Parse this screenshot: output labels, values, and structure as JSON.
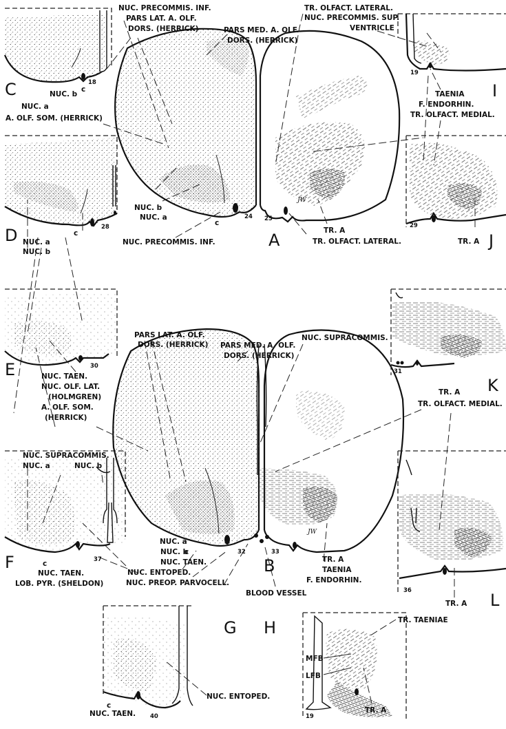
{
  "figure": {
    "panel_letters": {
      "A": "A",
      "B": "B",
      "C": "C",
      "D": "D",
      "E": "E",
      "F": "F",
      "G": "G",
      "H": "H",
      "I": "I",
      "J": "J",
      "K": "K",
      "L": "L"
    },
    "section_numbers": {
      "n18": "18",
      "n19": "19",
      "n24": "24",
      "n25": "25",
      "n28": "28",
      "n29": "29",
      "n30": "30",
      "n31": "31",
      "n32": "32",
      "n33": "33",
      "n36": "36",
      "n37": "37",
      "n40": "40",
      "n19h": "19"
    },
    "signature": "JW",
    "labels": {
      "nuc_precommis_inf_top": "NUC. PRECOMMIS. INF.",
      "pars_lat_top_1": "PARS LAT. A. OLF.",
      "pars_lat_top_2": "DORS. (HERRICK)",
      "pars_med_top_1": "PARS MED. A. OLF.",
      "pars_med_top_2": "DORS. (HERRICK)",
      "tr_olf_lat_top": "TR. OLFACT. LATERAL.",
      "nuc_precommis_sup": "NUC. PRECOMMIS. SUP.",
      "ventricle": "VENTRICLE",
      "taenia_i": "TAENIA",
      "f_endorhin_i": "F. ENDORHIN.",
      "tr_olf_medial_i": "TR. OLFACT. MEDIAL.",
      "nuc_b_c": "NUC. b",
      "nuc_a_c": "NUC. a",
      "c_c": "c",
      "a_olf_som_top": "A. OLF. SOM. (HERRICK)",
      "nuc_b_a": "NUC. b",
      "nuc_a_a": "NUC. a",
      "c_a": "c",
      "c_d": "c",
      "nuc_precommis_inf_bottom": "NUC. PRECOMMIS. INF.",
      "tr_olf_lat_bottom": "TR. OLFACT. LATERAL.",
      "tr_a_a": "TR. A",
      "tr_a_j": "TR. A",
      "nuc_a_d": "NUC. a",
      "nuc_b_d": "NUC. b",
      "pars_lat_b_1": "PARS LAT. A. OLF.",
      "pars_lat_b_2": "DORS. (HERRICK)",
      "pars_med_b_1": "PARS MED. A. OLF.",
      "pars_med_b_2": "DORS. (HERRICK)",
      "nuc_supracommis_b": "NUC. SUPRACOMMIS.",
      "nuc_taen_e": "NUC. TAEN.",
      "nuc_olf_lat_1": "NUC. OLF. LAT.",
      "nuc_olf_lat_2": "(HOLMGREN)",
      "a_olf_som_b_1": "A. OLF. SOM.",
      "a_olf_som_b_2": "(HERRICK)",
      "tr_a_k": "TR. A",
      "tr_olf_medial_k": "TR. OLFACT. MEDIAL.",
      "nuc_supracommis_f": "NUC. SUPRACOMMIS.",
      "nuc_a_f": "NUC. a",
      "nuc_b_f": "NUC. b",
      "c_f": "c",
      "nuc_taen_f": "NUC. TAEN.",
      "lob_pyr": "LOB. PYR. (SHELDON)",
      "nuc_a_b": "NUC. a",
      "nuc_b_b": "NUC. b",
      "nuc_taen_b": "NUC. TAEN.",
      "c_b": "c",
      "nuc_entoped_b": "NUC. ENTOPED.",
      "nuc_preop": "NUC. PREOP. PARVOCELL.",
      "blood_vessel": "BLOOD VESSEL",
      "tr_a_b": "TR. A",
      "taenia_b": "TAENIA",
      "f_endorhin_b": "F. ENDORHIN.",
      "tr_a_l": "TR. A",
      "c_g": "c",
      "nuc_taen_g": "NUC. TAEN.",
      "nuc_entoped_g": "NUC. ENTOPED.",
      "tr_taeniae": "TR. TAENIAE",
      "mfb": "MFB",
      "lfb": "LFB",
      "tr_a_h": "TR. A"
    }
  }
}
